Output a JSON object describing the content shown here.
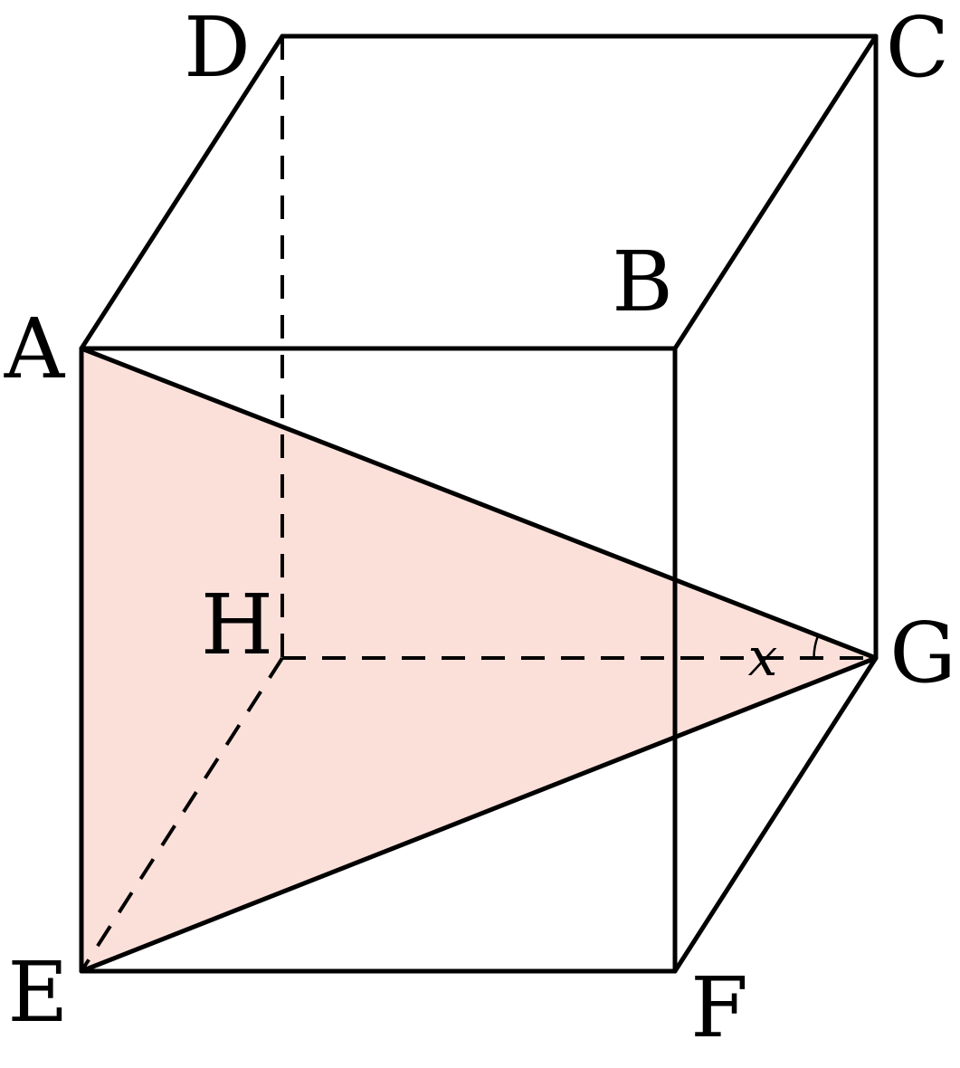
{
  "colors": {
    "stroke": "#000000",
    "triangle_fill": "#fbe0da",
    "background": "#ffffff"
  },
  "vertices": {
    "A": "A",
    "B": "B",
    "C": "C",
    "D": "D",
    "E": "E",
    "F": "F",
    "G": "G",
    "H": "H"
  },
  "angle": {
    "label": "x"
  }
}
